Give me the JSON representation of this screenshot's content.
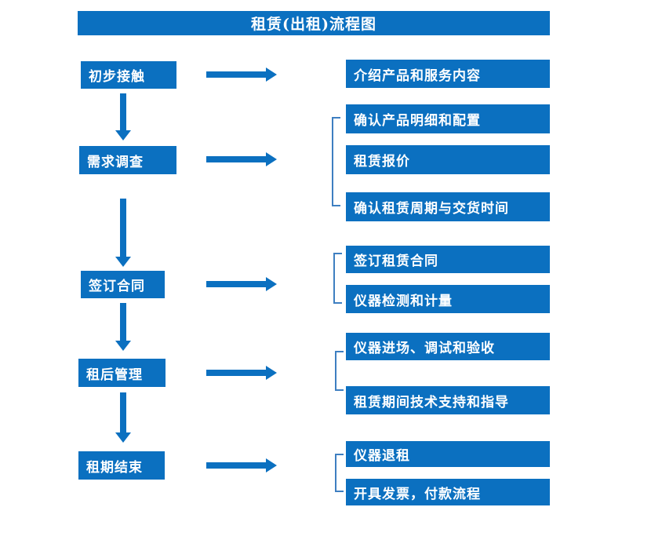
{
  "title": "租赁(出租)流程图",
  "colors": {
    "primary_blue": "#0b70c0",
    "bracket_blue": "#3e7fc1",
    "text_on_blue": "#ffffff",
    "background": "#ffffff"
  },
  "rows": [
    {
      "step": "初步接触",
      "details": [
        "介绍产品和服务内容"
      ]
    },
    {
      "step": "需求调查",
      "details": [
        "确认产品明细和配置",
        "租赁报价",
        "确认租赁周期与交货时间"
      ]
    },
    {
      "step": "签订合同",
      "details": [
        "签订租赁合同",
        "仪器检测和计量"
      ]
    },
    {
      "step": "租后管理",
      "details": [
        "仪器进场、调试和验收",
        "租赁期间技术支持和指导"
      ]
    },
    {
      "step": "租期结束",
      "details": [
        "仪器退租",
        "开具发票，付款流程"
      ]
    }
  ]
}
